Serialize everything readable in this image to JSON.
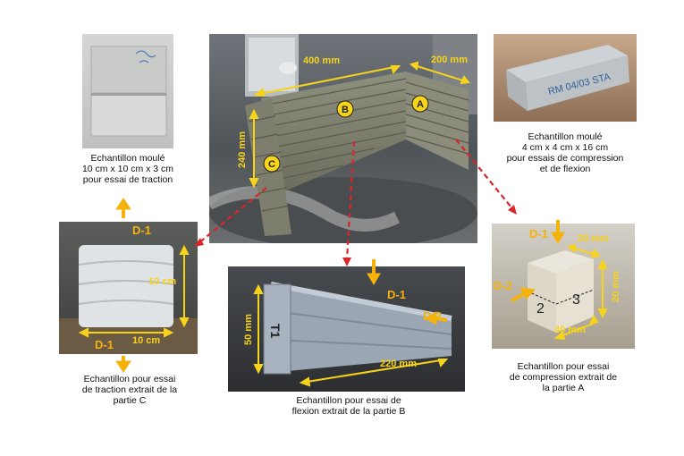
{
  "panels": {
    "tensile_mold": {
      "caption": "Echantillon moulé\n10 cm x 10 cm x 3 cm\npour essai de traction"
    },
    "printed_wall": {
      "dims": {
        "length_a": "400 mm",
        "length_b": "200 mm",
        "height": "240 mm"
      },
      "zones": {
        "a": "A",
        "b": "B",
        "c": "C"
      }
    },
    "prism_mold": {
      "caption": "Echantillon moulé\n4 cm x 4 cm x 16 cm\npour essais de compression\net de flexion",
      "marking": "RM 04/03 STA"
    },
    "tensile_extract": {
      "dims": {
        "height": "10 cm",
        "width": "10 cm"
      },
      "directions": {
        "top": "D-1",
        "bottom": "D-1"
      },
      "caption": "Echantillon pour  essai\nde traction extrait de la\npartie C"
    },
    "flexion_extract": {
      "dims": {
        "height": "50 mm",
        "length": "220 mm"
      },
      "directions": {
        "d1": "D-1",
        "d2": "D-2"
      },
      "marking": "T1",
      "caption": "Echantillon pour  essai de\nflexion extrait de la partie B"
    },
    "compression_extract": {
      "dims": {
        "top": "20 mm",
        "side": "20 mm",
        "bottom": "40 mm"
      },
      "directions": {
        "d1": "D-1",
        "d2": "D-2"
      },
      "face_marks": {
        "front": "2",
        "side": "3"
      },
      "caption": "Echantillon pour  essai\nde compression extrait de\nla partie A"
    }
  },
  "colors": {
    "arrow_yellow": "#f5b20a",
    "dimension_yellow": "#f7d31a",
    "link_red": "#d8262a"
  }
}
